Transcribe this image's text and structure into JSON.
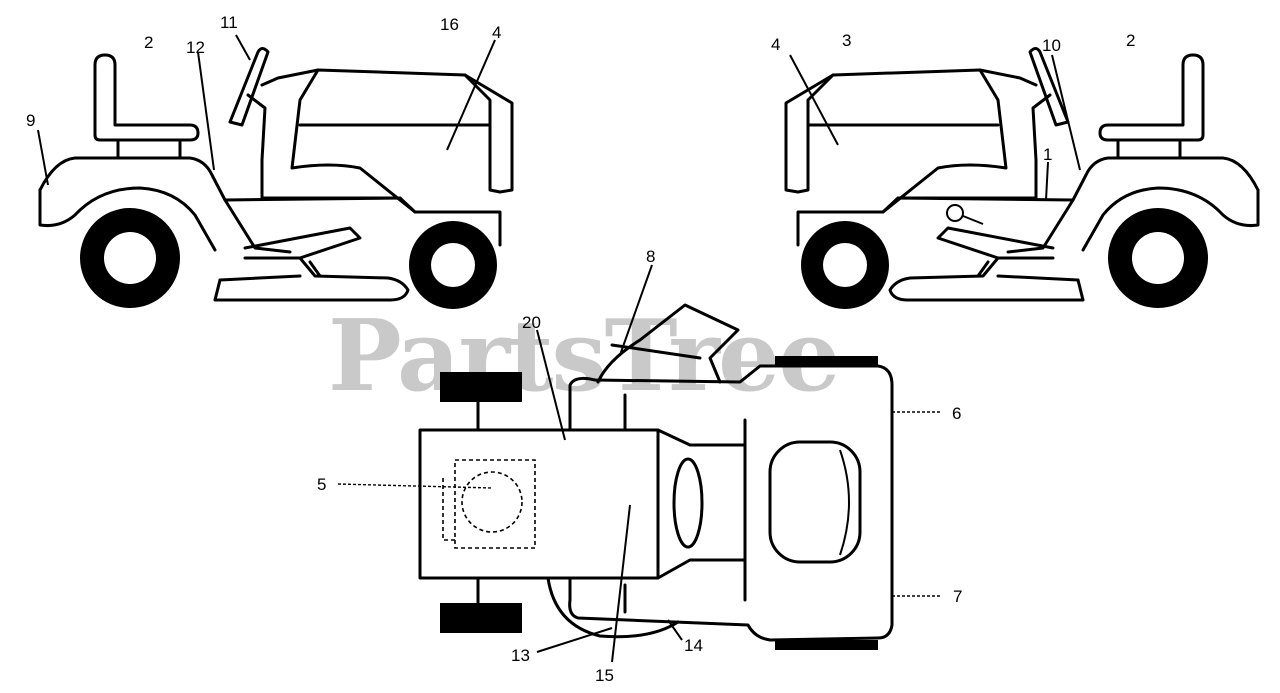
{
  "watermark": "PartsTree",
  "callouts": {
    "left": {
      "seat_2": "2",
      "fender_9": "9",
      "dash_12": "12",
      "steering_11": "11",
      "hood_top_16": "16",
      "hood_side_4": "4"
    },
    "right": {
      "hood_side_4": "4",
      "hood_top_3": "3",
      "dash_10": "10",
      "seat_2": "2",
      "frame_1": "1"
    },
    "top": {
      "chute_8": "8",
      "hood_20": "20",
      "engine_5": "5",
      "deck_right_6": "6",
      "deck_right_7": "7",
      "deck_bottom_13": "13",
      "deck_bottom_14": "14",
      "deck_bottom_15": "15"
    }
  }
}
